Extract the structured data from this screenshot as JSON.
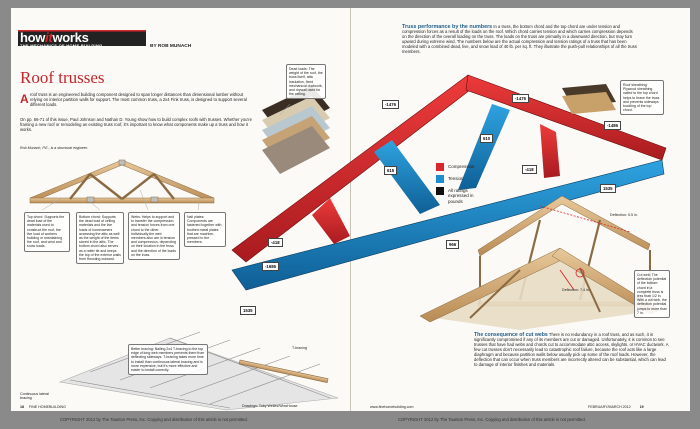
{
  "header": {
    "logo_how": "how",
    "logo_it": "it",
    "logo_works": "works",
    "tagline": "THE MECHANICS OF HOME BUILDING",
    "byline": "BY ROB MUNACH"
  },
  "article": {
    "title": "Roof trusses",
    "dropcap": "A",
    "intro": "roof truss is an engineered building component designed to span longer distances than dimensional lumber without relying on interior partition walls for support. The most common truss, a 2x4 Fink truss, is designed to support several different loads.",
    "intro2": "On pp. 66-71 of this issue, Paul Johnson and Nathan D. Young show how to build complex roofs with trusses. Whether you're framing a new roof or remodeling an existing truss roof, it's important to know what components make up a truss and how it works.",
    "bio": "Rob Munach, P.E., is a structural engineer."
  },
  "callouts": {
    "dead_loads": "Dead loads: The weight of the roof, the truss itself, attic insulation, fixed mechanical ductwork, and drywall used for the ceiling.",
    "top_chord": "Top chord: Supports the dead load of the materials used to construct the roof, the live load of workers building or maintaining the roof, and wind and snow loads.",
    "bottom_chord": "Bottom chord: Supports the dead load of ceiling materials and the live loads of homeowners accessing the attic as well as the weight of the items stored in the attic. The bottom chord also serves as a rafter tie and keeps the top of the exterior walls from thrusting outward.",
    "webs": "Webs: Helps to support and to transfer the compression and tension forces from one chord to the other. Individually the web members also are in tension and compression, depending on their location in the truss and the direction of the loads on the truss.",
    "nail_plates": "Nail plates: Components are fastened together with toothed metal plates that are machine-pressed to the members.",
    "roof_sheathing": "Roof sheathing: Plywood sheathing nailed to the top chord helps to brace the truss and prevents sideways buckling of the top chord.",
    "better_bracing": "Better bracing: Nailing 2x4 T-bracing to the top edge of long web members prevents them from deflecting sideways. T-bracing takes more time to install than continuous lateral bracing and is more expensive, but it's more effective and easier to install correctly.",
    "t_bracing": "T-bracing",
    "continuous_bracing": "Continuous lateral bracing",
    "cut_web": "Cut web: The deflection potential of the bottom chord in a complete truss is less than 1/2 in. With a cut web, the deflection potential jumps to more than 7 in.",
    "drawings_credit": "Drawings: Toby Welles/WowHouse"
  },
  "performance": {
    "heading": "Truss performance by the numbers",
    "text": "In a truss, the bottom chord and the top chord are under tension and compression forces as a result of the loads on the roof. Which chord carries tension and which carries compression depends on the direction of the overall loading on the truss. The loads on the truss are primarily in a downward direction, but may turn upward during extreme wind. The numbers below are the actual compression and tension ratings of a truss that has been modeled with a combined dead, live, and snow load of 40 lb. per sq. ft. They illustrate the push-pull relationships of all the truss members."
  },
  "legend": {
    "compression": "Compression",
    "tension": "Tension",
    "note": "All ratings expressed in pounds",
    "compression_color": "#d9272e",
    "tension_color": "#1b8fcf"
  },
  "forces": [
    "-1476",
    "-1476",
    "-1486",
    "610",
    "615",
    "-418",
    "-418",
    "1535",
    "966",
    "1535",
    "-1686"
  ],
  "deflection": {
    "upper": "Deflection: 5.5 in.",
    "lower": "Deflection: 7.4 in."
  },
  "cut_webs": {
    "heading": "The consequence of cut webs",
    "text": "There is no redundancy in a roof truss, and as such, it is significantly compromised if any of its members are cut or damaged. Unfortunately, it is common to see trusses that have had webs and chords cut to accommodate attic access, skylights, or HVAC ductwork. A few cut trusses don't necessarily lead to catastrophic roof failure, because the roof acts like a large diaphragm and because partition walls below usually pick up some of the roof loads. However, the deflection that can occur when truss members are incorrectly altered can be substantial, which can lead to damage of interior finishes and materials."
  },
  "footer": {
    "page_left": "18",
    "mag_left": "FINE HOMEBUILDING",
    "web": "www.finehomebuilding.com",
    "issue": "FEBRUARY/MARCH 2012",
    "page_right": "19",
    "copyright": "COPYRIGHT 2012 by The Taunton Press, Inc. Copying and distribution of this article is not permitted."
  }
}
